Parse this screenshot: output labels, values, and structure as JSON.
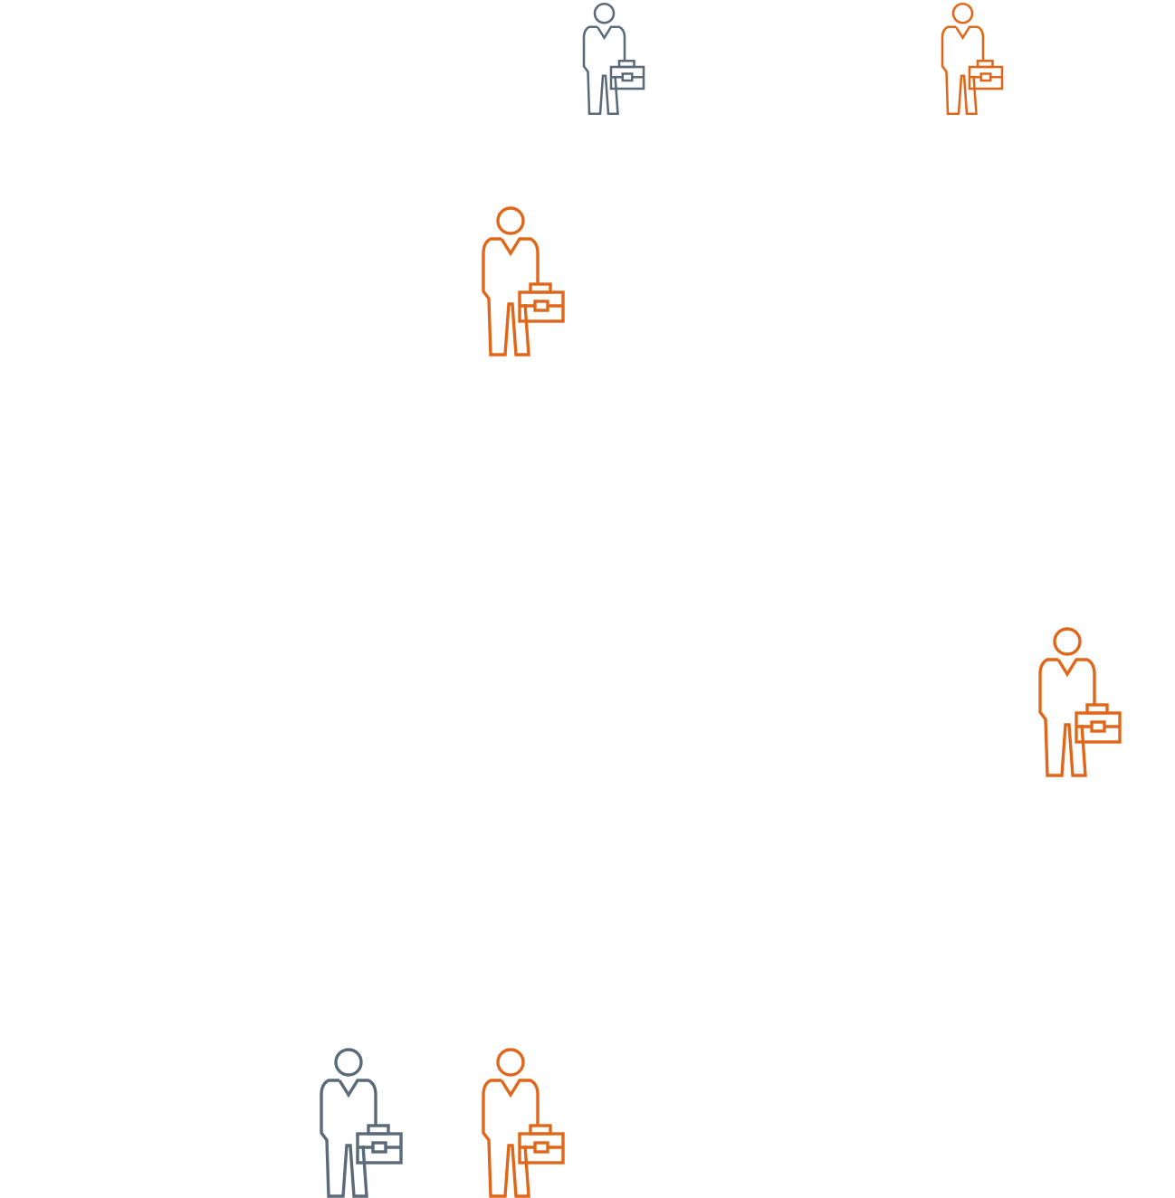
{
  "colors": {
    "slate": "#5a6a78",
    "orange": "#e0671a"
  },
  "figures": [
    {
      "icon": "businessperson-with-briefcase-icon",
      "color": "slate"
    },
    {
      "icon": "businessperson-with-briefcase-icon",
      "color": "orange"
    },
    {
      "icon": "businessperson-with-briefcase-icon",
      "color": "orange"
    },
    {
      "icon": "businessperson-with-briefcase-icon",
      "color": "orange"
    },
    {
      "icon": "businessperson-with-briefcase-icon",
      "color": "slate"
    },
    {
      "icon": "businessperson-with-briefcase-icon",
      "color": "orange"
    }
  ]
}
